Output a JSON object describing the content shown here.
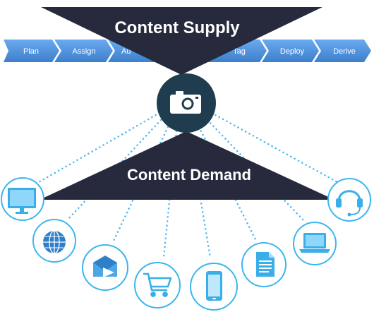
{
  "process": {
    "steps": [
      {
        "label": "Plan"
      },
      {
        "label": "Assign"
      },
      {
        "label": "Au"
      },
      {
        "label": "Tag"
      },
      {
        "label": "Deploy"
      },
      {
        "label": "Derive"
      }
    ]
  },
  "supply": {
    "title": "Content Supply"
  },
  "hub": {
    "icon": "camera-icon"
  },
  "demand": {
    "title": "Content Demand"
  },
  "channels": [
    {
      "icon": "monitor-icon"
    },
    {
      "icon": "globe-icon"
    },
    {
      "icon": "email-icon"
    },
    {
      "icon": "shopping-cart-icon"
    },
    {
      "icon": "smartphone-icon"
    },
    {
      "icon": "document-icon"
    },
    {
      "icon": "laptop-icon"
    },
    {
      "icon": "headset-icon"
    }
  ],
  "colors": {
    "arrow_blue": "#4a8fd6",
    "triangle_dark": "#262a3c",
    "hub_dark": "#1f3d4e",
    "circle_stroke": "#3cb6ef",
    "icon_blue": "#3aaee8",
    "dot_line": "#4ab8ee"
  }
}
